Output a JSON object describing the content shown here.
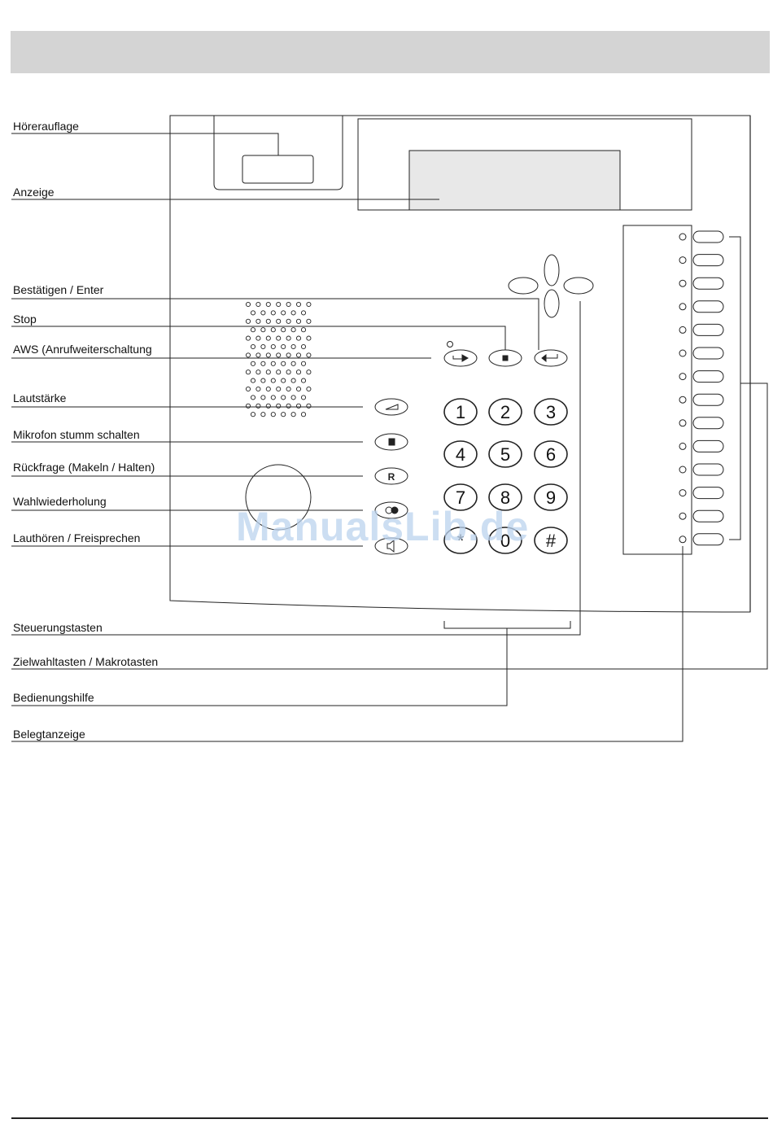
{
  "labels": {
    "hoererauflage": "Hörerauflage",
    "anzeige": "Anzeige",
    "bestaetigen": "Bestätigen / Enter",
    "stop": "Stop",
    "aws": "AWS (Anrufweiterschaltung",
    "lautstaerke": "Lautstärke",
    "mikrofon": "Mikrofon stumm schalten",
    "rueckfrage": "Rückfrage (Makeln / Halten)",
    "wahlwiederholung": "Wahlwiederholung",
    "lauthoeren": "Lauthören / Freisprechen",
    "steuerungstasten": "Steuerungstasten",
    "zielwahltasten": "Zielwahltasten / Makrotasten",
    "bedienungshilfe": "Bedienungshilfe",
    "belegtanzeige": "Belegtanzeige"
  },
  "keypad": [
    "1",
    "2",
    "3",
    "4",
    "5",
    "6",
    "7",
    "8",
    "9",
    "*",
    "0",
    "#"
  ],
  "recall_key": "R",
  "watermark": "ManualsLib.de",
  "colors": {
    "display_fill": "#e8e8e8",
    "header_band": "#d4d4d4",
    "watermark": "#bcd3ee"
  }
}
